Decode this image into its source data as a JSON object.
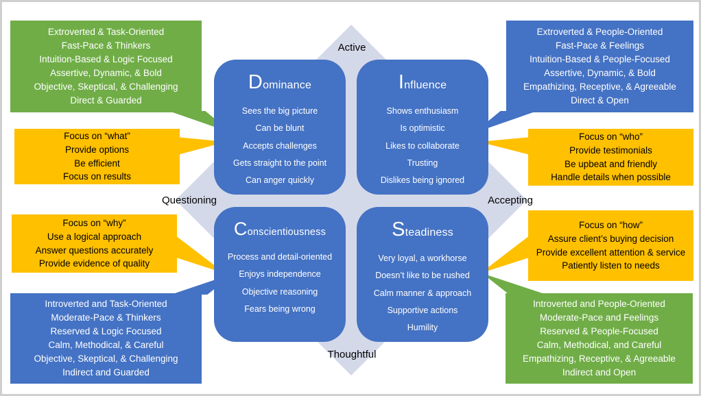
{
  "axes": {
    "top": "Active",
    "left": "Questioning",
    "right": "Accepting",
    "bottom": "Thoughtful"
  },
  "quadrants": {
    "dominance": {
      "initial": "D",
      "rest": "ominance",
      "traits": [
        "Sees the big picture",
        "Can be blunt",
        "Accepts challenges",
        "Gets straight to the point",
        "Can anger quickly"
      ]
    },
    "influence": {
      "initial": "I",
      "rest": "nfluence",
      "traits": [
        "Shows enthusiasm",
        "Is optimistic",
        "Likes to collaborate",
        "Trusting",
        "Dislikes being ignored"
      ]
    },
    "conscientiousness": {
      "initial": "C",
      "rest": "onscientiousness",
      "traits": [
        "Process and detail-oriented",
        "Enjoys independence",
        "Objective reasoning",
        "Fears being wrong"
      ]
    },
    "steadiness": {
      "initial": "S",
      "rest": "teadiness",
      "traits": [
        "Very loyal, a workhorse",
        "Doesn’t like to be rushed",
        "Calm manner & approach",
        "Supportive actions",
        "Humility"
      ]
    }
  },
  "callouts": {
    "top_left": {
      "lines": [
        "Extroverted & Task-Oriented",
        "Fast-Pace & Thinkers",
        "Intuition-Based & Logic Focused",
        "Assertive, Dynamic, & Bold",
        "Objective, Skeptical, & Challenging",
        "Direct & Guarded"
      ]
    },
    "top_right": {
      "lines": [
        "Extroverted & People-Oriented",
        "Fast-Pace & Feelings",
        "Intuition-Based & People-Focused",
        "Assertive, Dynamic, & Bold",
        "Empathizing, Receptive, & Agreeable",
        "Direct & Open"
      ]
    },
    "mid_left": {
      "lines": [
        "Focus on “what”",
        "Provide options",
        "Be efficient",
        "Focus on results"
      ]
    },
    "mid_right": {
      "lines": [
        "Focus on “who”",
        "Provide testimonials",
        "Be upbeat and friendly",
        "Handle details when possible"
      ]
    },
    "lower_left": {
      "lines": [
        "Focus on “why”",
        "Use a logical approach",
        "Answer questions accurately",
        "Provide evidence of quality"
      ]
    },
    "lower_right": {
      "lines": [
        "Focus on “how”",
        "Assure client’s buying decision",
        "Provide excellent attention & service",
        "Patiently listen to needs"
      ]
    },
    "bottom_left": {
      "lines": [
        "Introverted and Task-Oriented",
        "Moderate-Pace & Thinkers",
        "Reserved & Logic Focused",
        "Calm, Methodical, & Careful",
        "Objective, Skeptical, & Challenging",
        "Indirect and Guarded"
      ]
    },
    "bottom_right": {
      "lines": [
        "Introverted and People-Oriented",
        "Moderate-Pace and Feelings",
        "Reserved & People-Focused",
        "Calm, Methodical, and Careful",
        "Empathizing, Receptive, & Agreeable",
        "Indirect and Open"
      ]
    }
  },
  "colors": {
    "card_blue": "#4472C4",
    "green": "#70AD47",
    "yellow": "#FFC000",
    "diamond_fill": "#D4D9E9"
  }
}
